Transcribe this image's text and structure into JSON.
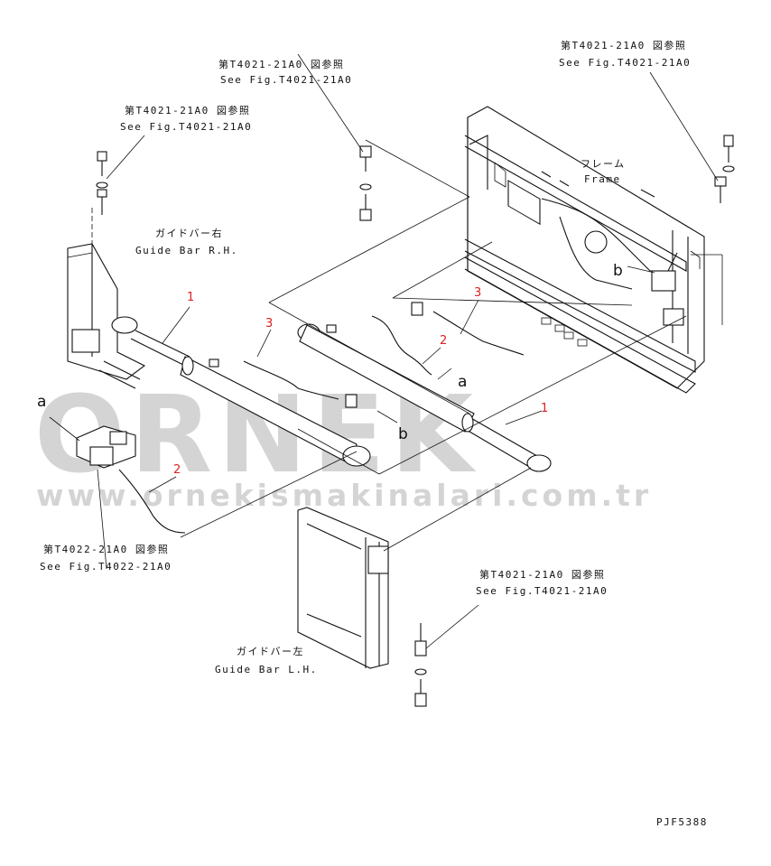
{
  "watermark": {
    "brand": "ORNEK",
    "url": "www.ornekismakinalari.com.tr"
  },
  "references": [
    {
      "jp": "第T4021-21A0 図参照",
      "en": "See Fig.T4021-21A0"
    },
    {
      "jp": "第T4021-21A0 図参照",
      "en": "See Fig.T4021-21A0"
    },
    {
      "jp": "第T4021-21A0 図参照",
      "en": "See Fig.T4021-21A0"
    },
    {
      "jp": "第T4022-21A0 図参照",
      "en": "See Fig.T4022-21A0"
    },
    {
      "jp": "第T4021-21A0 図参照",
      "en": "See Fig.T4021-21A0"
    }
  ],
  "components": {
    "frame": {
      "jp": "フレーム",
      "en": "Frame"
    },
    "guide_bar_rh": {
      "jp": "ガイドバー右",
      "en": "Guide Bar R.H."
    },
    "guide_bar_lh": {
      "jp": "ガイドバー左",
      "en": "Guide Bar L.H."
    }
  },
  "part_numbers": [
    "1",
    "1",
    "2",
    "2",
    "3",
    "3"
  ],
  "callouts": {
    "a": "a",
    "b": "b"
  },
  "drawing_id": "PJF5388",
  "colors": {
    "part_number": "#dd2222",
    "line": "#111111",
    "watermark": "#d4d4d4"
  }
}
